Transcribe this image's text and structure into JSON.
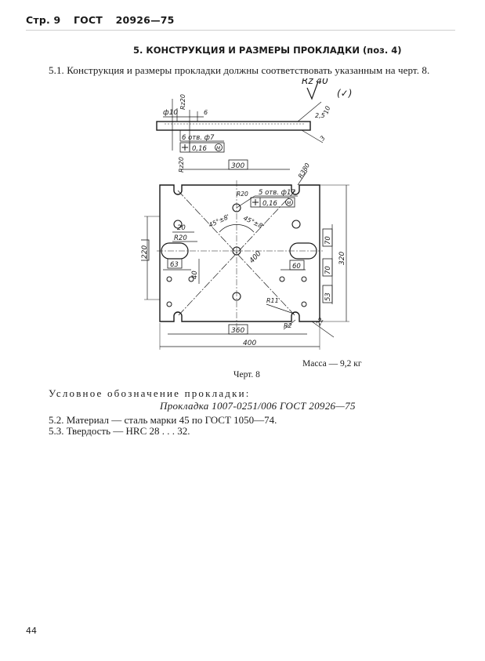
{
  "header": {
    "page": "Стр. 9",
    "standard": "ГОСТ",
    "number": "20926—75"
  },
  "section_title": "5. КОНСТРУКЦИЯ И РАЗМЕРЫ ПРОКЛАДКИ (поз. 4)",
  "paragraph_5_1": "5.1. Конструкция и размеры прокладки должны соответствовать указанным на черт. 8.",
  "drawing": {
    "roughness": "Rz 40",
    "roughness_paren": "(✓)",
    "labels": {
      "d10": "ф10",
      "rz20_top": "Rz20",
      "d6": "6",
      "t25": "2,5",
      "t10": "10",
      "t3": "3",
      "holes_7": "6 отв. ф7",
      "pos_tol_7": "0,16",
      "rz20_side": "Rz20",
      "d300": "300",
      "r380": "R380",
      "r20_small": "R20",
      "holes_17": "5 отв. ф17",
      "pos_tol_17": "0,16",
      "ang1": "45°±8'",
      "ang2": "45°±8'",
      "d20": "20",
      "r20": "R20",
      "d400_diag": "400",
      "d220": "220",
      "d70a": "70",
      "d320": "320",
      "d70b": "70",
      "d63": "63",
      "d40": "40",
      "d60": "60",
      "d53": "53",
      "r11": "R11",
      "r2": "R2",
      "d22": "22",
      "d360": "360",
      "d400": "400",
      "M": "M"
    }
  },
  "mass": "Масса — 9,2 кг",
  "caption": "Черт. 8",
  "designation_label": "Условное обозначение прокладки:",
  "designation_value": "Прокладка 1007-0251/006 ГОСТ 20926—75",
  "paragraph_5_2": "5.2. Материал — сталь марки 45 по ГОСТ 1050—74.",
  "paragraph_5_3": "5.3. Твердость — HRC 28 . . . 32.",
  "page_number": "44"
}
